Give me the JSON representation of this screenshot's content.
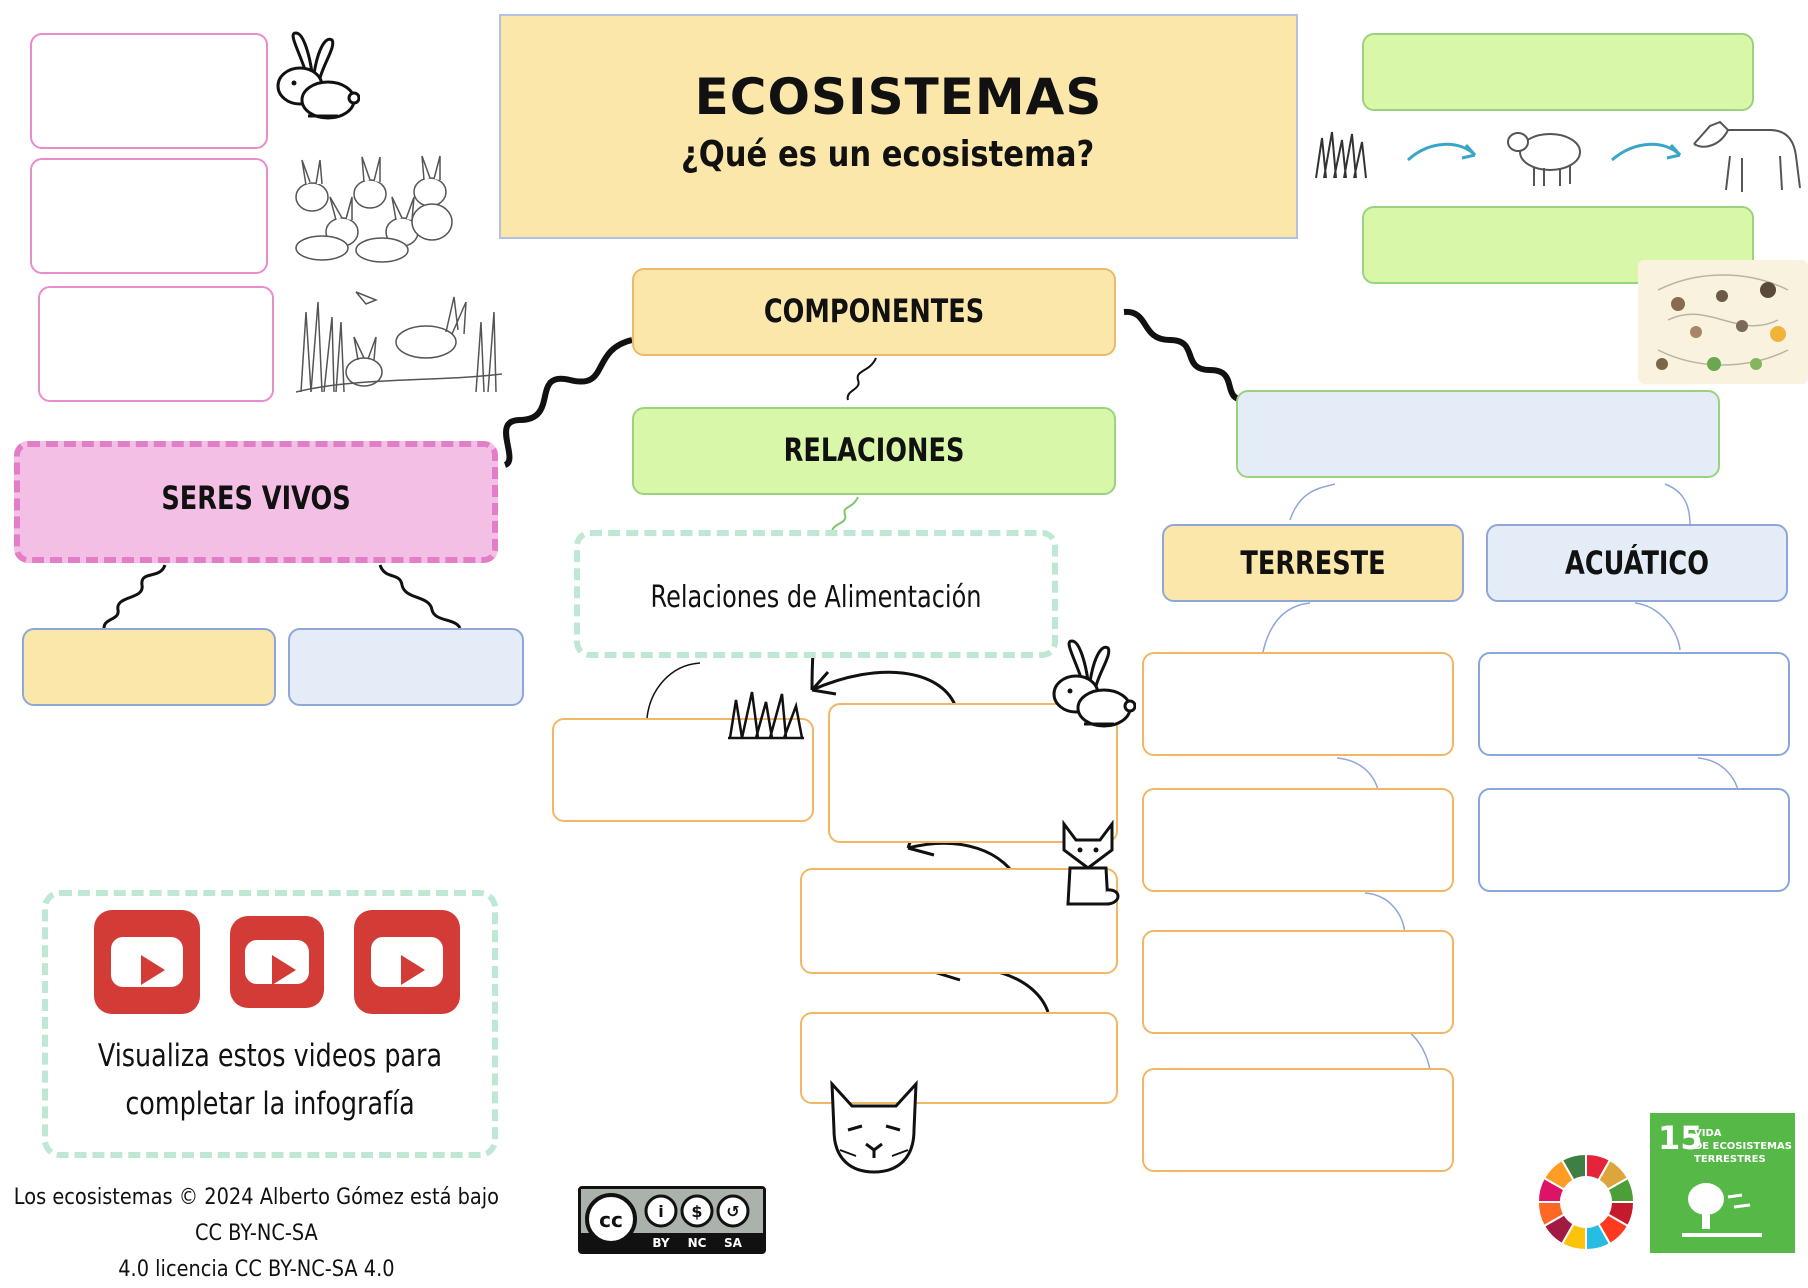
{
  "title": "ECOSISTEMAS",
  "subtitle": "¿Qué es un ecosistema?",
  "nodes": {
    "componentes": "COMPONENTES",
    "relaciones": "RELACIONES",
    "seres_vivos": "SERES VIVOS",
    "relaciones_alimentacion": "Relaciones de Alimentación",
    "terrestre": "TERRESTE",
    "acuatico": "ACUÁTICO"
  },
  "videos": {
    "text_line1": "Visualiza estos videos para",
    "text_line2": "completar la infografía",
    "count": 3
  },
  "footer": {
    "line1": "Los ecosistemas © 2024 Alberto Gómez está bajo CC BY-NC-SA",
    "line2": "4.0 licencia CC BY-NC-SA 4.0"
  },
  "cc_badge": {
    "labels": [
      "BY",
      "NC",
      "SA"
    ]
  },
  "sdg": {
    "number": "15",
    "text_line1": "VIDA",
    "text_line2": "DE ECOSISTEMAS",
    "text_line3": "TERRESTRES"
  },
  "colors": {
    "yellow": "#fbe7aa",
    "green": "#d9f7a8",
    "pink": "#f4bfe4",
    "blue": "#e4ecf8",
    "orange_border": "#f1b766",
    "youtube_red": "#d23b36",
    "sdg_green": "#56b947"
  },
  "icons": [
    "rabbit-icon",
    "rabbits-group-icon",
    "rabbits-meadow-icon",
    "grass-icon",
    "sheep-icon",
    "wolf-icon",
    "food-web-image",
    "fox-icon",
    "lynx-icon",
    "youtube-play-icon",
    "cc-license-icon",
    "sdg-wheel-icon"
  ]
}
